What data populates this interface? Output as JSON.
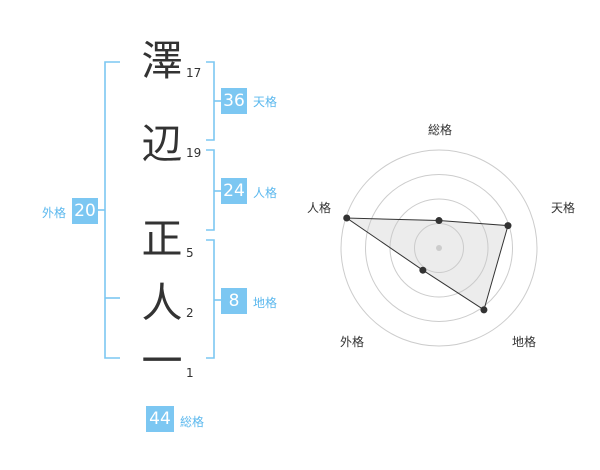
{
  "name": {
    "chars": [
      {
        "char": "澤",
        "strokes": "17"
      },
      {
        "char": "辺",
        "strokes": "19"
      },
      {
        "char": "正",
        "strokes": "5"
      },
      {
        "char": "人",
        "strokes": "2"
      },
      {
        "char": "一",
        "strokes": "1"
      }
    ]
  },
  "scores": {
    "tenkaku": {
      "value": "36",
      "label": "天格"
    },
    "jinkaku": {
      "value": "24",
      "label": "人格"
    },
    "chikaku": {
      "value": "8",
      "label": "地格"
    },
    "gaikaku": {
      "value": "20",
      "label": "外格"
    },
    "soukaku": {
      "value": "44",
      "label": "総格"
    }
  },
  "colors": {
    "accent": "#7cc7f2",
    "bracket": "#7cc7f2",
    "text": "#333333",
    "grid": "#cccccc"
  },
  "chart_data": {
    "type": "radar",
    "axes": [
      "総格",
      "天格",
      "地格",
      "外格",
      "人格"
    ],
    "values": [
      0.28,
      0.74,
      0.78,
      0.28,
      0.99
    ],
    "rings": 4,
    "max": 1
  }
}
